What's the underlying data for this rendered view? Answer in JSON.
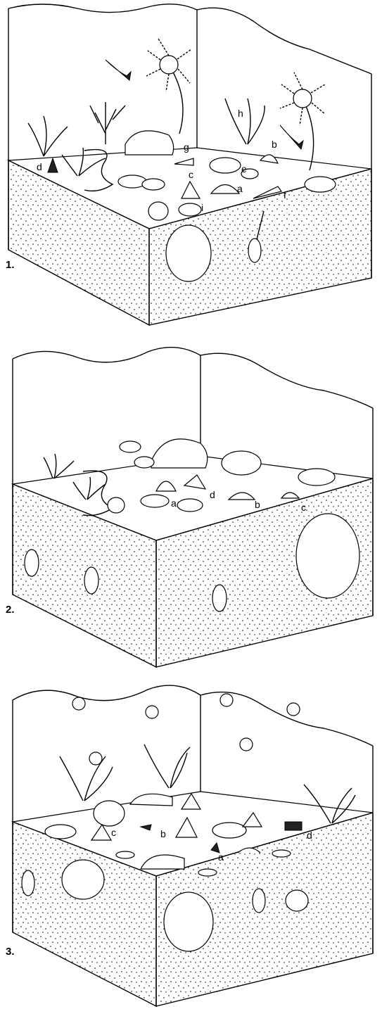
{
  "panels": [
    {
      "number": "1.",
      "labels": [
        "a",
        "b",
        "c",
        "d",
        "e",
        "f",
        "g",
        "h",
        "i"
      ]
    },
    {
      "number": "2.",
      "labels": [
        "a",
        "b",
        "c",
        "d"
      ]
    },
    {
      "number": "3.",
      "labels": [
        "a",
        "b",
        "c",
        "d"
      ]
    }
  ]
}
